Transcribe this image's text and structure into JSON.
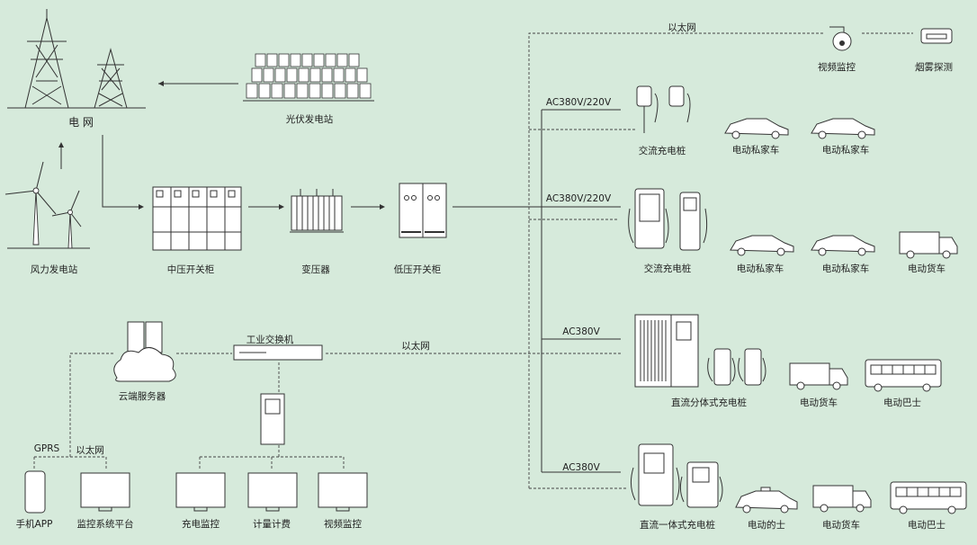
{
  "labels": {
    "grid": "电 网",
    "pv_station": "光伏发电站",
    "wind_station": "风力发电站",
    "mv_switchgear": "中压开关柜",
    "transformer": "变压器",
    "lv_switchgear": "低压开关柜",
    "video_monitor_cam": "视频监控",
    "smoke_detect": "烟雾探测",
    "ac_pile_1": "交流充电桩",
    "ac_pile_2": "交流充电桩",
    "dc_split_pile": "直流分体式充电桩",
    "dc_integrated_pile": "直流一体式充电桩",
    "ev_car_1": "电动私家车",
    "ev_car_2": "电动私家车",
    "ev_car_3": "电动私家车",
    "ev_car_4": "电动私家车",
    "ev_truck_1": "电动货车",
    "ev_truck_2": "电动货车",
    "ev_truck_3": "电动货车",
    "ev_bus_1": "电动巴士",
    "ev_bus_2": "电动巴士",
    "ev_taxi": "电动的士",
    "cloud_server": "云端服务器",
    "industrial_switch": "工业交换机",
    "ethernet_top": "以太网",
    "ethernet_mid": "以太网",
    "ethernet_bottom": "以太网",
    "gprs": "GPRS",
    "phone_app": "手机APP",
    "monitor_platform": "监控系统平台",
    "charge_monitor": "充电监控",
    "metering_billing": "计量计费",
    "video_monitor_screen": "视频监控",
    "ac_voltage_1": "AC380V/220V",
    "ac_voltage_2": "AC380V/220V",
    "ac_voltage_3": "AC380V",
    "ac_voltage_4": "AC380V"
  }
}
